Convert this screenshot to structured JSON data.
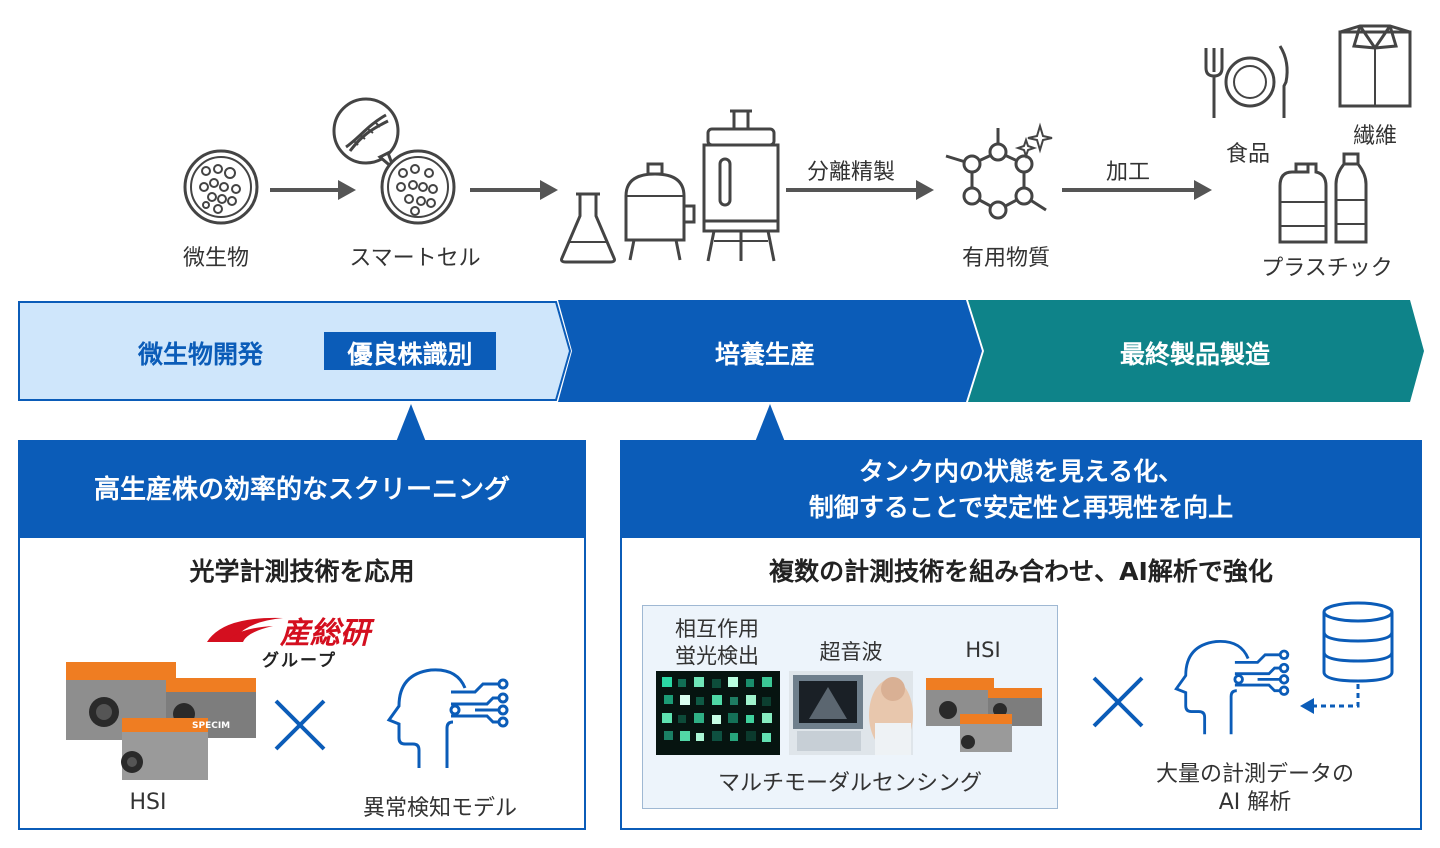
{
  "process": {
    "microbe": "微生物",
    "smart_cell": "スマートセル",
    "separation": "分離精製",
    "useful_substance": "有用物質",
    "processing": "加工",
    "food": "食品",
    "fiber": "繊維",
    "plastic": "プラスチック"
  },
  "stages": {
    "dev": "微生物開発",
    "dev_tag": "優良株識別",
    "culture": "培養生産",
    "final": "最終製品製造"
  },
  "left_panel": {
    "header": "高生産株の効率的なスクリーニング",
    "subtitle": "光学計測技術を応用",
    "aist_logo": "産総研",
    "aist_group": "グループ",
    "camera_brand": "SPECIM",
    "hsi": "HSI",
    "model": "異常検知モデル"
  },
  "right_panel": {
    "header_line1": "タンク内の状態を見える化、",
    "header_line2": "制御することで安定性と再現性を向上",
    "subtitle": "複数の計測技術を組み合わせ、AI解析で強化",
    "fluor_line1": "相互作用",
    "fluor_line2": "蛍光検出",
    "ultrasound": "超音波",
    "hsi": "HSI",
    "multimodal": "マルチモーダルセンシング",
    "ai_line1": "大量の計測データの",
    "ai_line2": "AI 解析"
  },
  "colors": {
    "light_blue": "#cfe6fb",
    "blue": "#0b5cb8",
    "teal": "#0e8389",
    "gray_arrow": "#555555"
  }
}
